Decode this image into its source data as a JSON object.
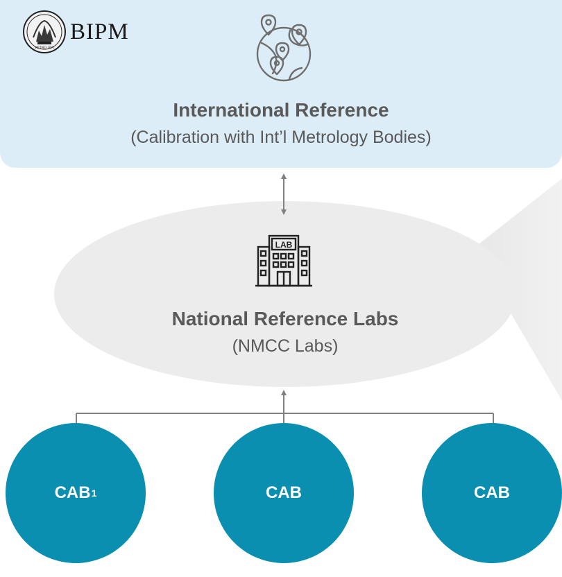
{
  "international": {
    "logo_text": "BIPM",
    "logo_seal_text": "METRO 1875",
    "title": "International Reference",
    "subtitle": "(Calibration with Int’l Metrology Bodies)",
    "icon": "globe-location-icon"
  },
  "national": {
    "title": "National Reference Labs",
    "subtitle": "(NMCC Labs)",
    "icon": "lab-building-icon",
    "icon_text": "LAB"
  },
  "cabs": [
    {
      "label": "CAB",
      "sup": "1"
    },
    {
      "label": "CAB",
      "sup": ""
    },
    {
      "label": "CAB",
      "sup": ""
    }
  ],
  "colors": {
    "intl_bg": "#dcedf7",
    "natl_bg": "#ececec",
    "cab_fill": "#0a8fb0",
    "text": "#595959",
    "arrow": "#808080"
  }
}
